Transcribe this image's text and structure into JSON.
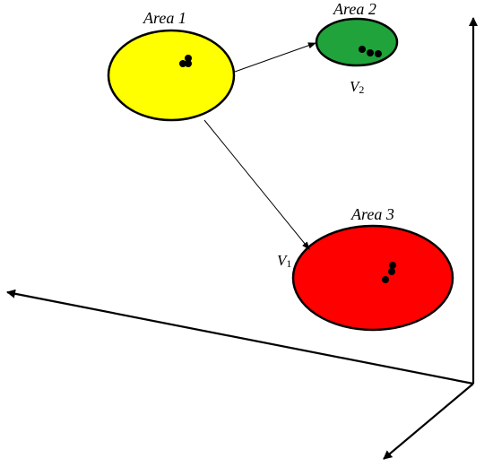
{
  "areas": [
    {
      "label": "Area 1",
      "fill": "#ffff00"
    },
    {
      "label": "Area 2",
      "fill": "#1fa33a"
    },
    {
      "label": "Area 3",
      "fill": "#ff0000"
    }
  ],
  "vectors": [
    {
      "label": "V",
      "subscript": "2"
    },
    {
      "label": "V",
      "subscript": "1"
    }
  ],
  "colors": {
    "stroke": "#000000",
    "point": "#000000"
  }
}
